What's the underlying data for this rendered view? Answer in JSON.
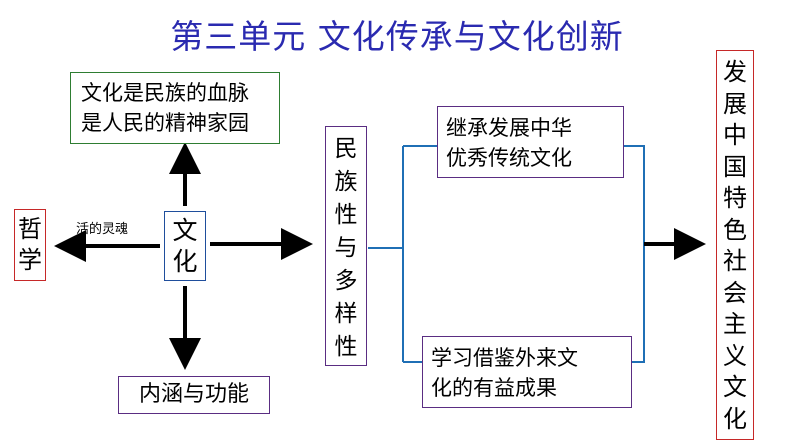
{
  "title": "第三单元  文化传承与文化创新",
  "culture_definition": {
    "line1": "文化是民族的血脉",
    "line2": "是人民的精神家园"
  },
  "culture_label": "文化",
  "philosophy_label": "哲学",
  "soul_label": "活的灵魂",
  "connotation_label": "内涵与功能",
  "diversity_label": "民族性与多样性",
  "inherit": {
    "line1": "继承发展中华",
    "line2": "优秀传统文化"
  },
  "learn": {
    "line1": "学习借鉴外来文",
    "line2": "化的有益成果"
  },
  "goal_label": "发展中国特色社会主义文化",
  "colors": {
    "title": "#2a2ab0",
    "green_border": "#2e7d32",
    "purple_border": "#5a2d82",
    "red_border": "#c62828",
    "blue_border": "#1f4e9c",
    "connector": "#1f6fb5",
    "arrow": "#000000"
  }
}
